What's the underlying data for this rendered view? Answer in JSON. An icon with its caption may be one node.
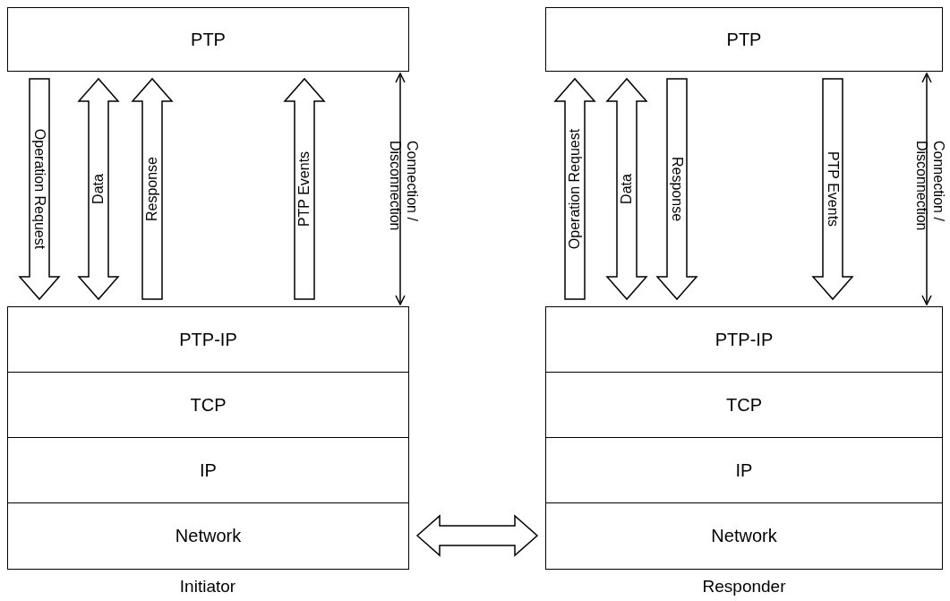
{
  "diagram": {
    "nodes": [
      {
        "text": [
          "PTP"
        ]
      },
      {
        "text": [
          "PTP"
        ]
      },
      {
        "text": [
          "PTP-IP"
        ]
      },
      {
        "text": [
          "TCP"
        ]
      },
      {
        "text": [
          "IP"
        ]
      },
      {
        "text": [
          "Network"
        ]
      },
      {
        "text": [
          "PTP-IP"
        ]
      },
      {
        "text": [
          "TCP"
        ]
      },
      {
        "text": [
          "IP"
        ]
      },
      {
        "text": [
          "Network"
        ]
      }
    ],
    "edges": [
      {
        "from": 0,
        "to": 2,
        "arrow": "to",
        "label": "Operation Request",
        "style": "thick"
      },
      {
        "from": 0,
        "to": 2,
        "arrow": "both",
        "label": "Data",
        "style": "thick"
      },
      {
        "from": 2,
        "to": 0,
        "arrow": "to",
        "label": "Response",
        "style": "thick"
      },
      {
        "from": 2,
        "to": 0,
        "arrow": "to",
        "label": "PTP Events",
        "style": "thick"
      },
      {
        "from": 0,
        "to": 2,
        "arrow": "both",
        "label": "Connection / Disconnection"
      },
      {
        "from": 6,
        "to": 1,
        "arrow": "to",
        "label": "Operation Request",
        "style": "thick"
      },
      {
        "from": 1,
        "to": 6,
        "arrow": "both",
        "label": "Data",
        "style": "thick"
      },
      {
        "from": 1,
        "to": 6,
        "arrow": "to",
        "label": "Response",
        "style": "thick"
      },
      {
        "from": 1,
        "to": 6,
        "arrow": "to",
        "label": "PTP Events",
        "style": "thick"
      },
      {
        "from": 1,
        "to": 6,
        "arrow": "both",
        "label": "Connection / Disconnection"
      },
      {
        "from": 5,
        "to": 9,
        "arrow": "both",
        "style": "thick"
      }
    ],
    "labels": [
      "Initiator",
      "Responder"
    ]
  }
}
